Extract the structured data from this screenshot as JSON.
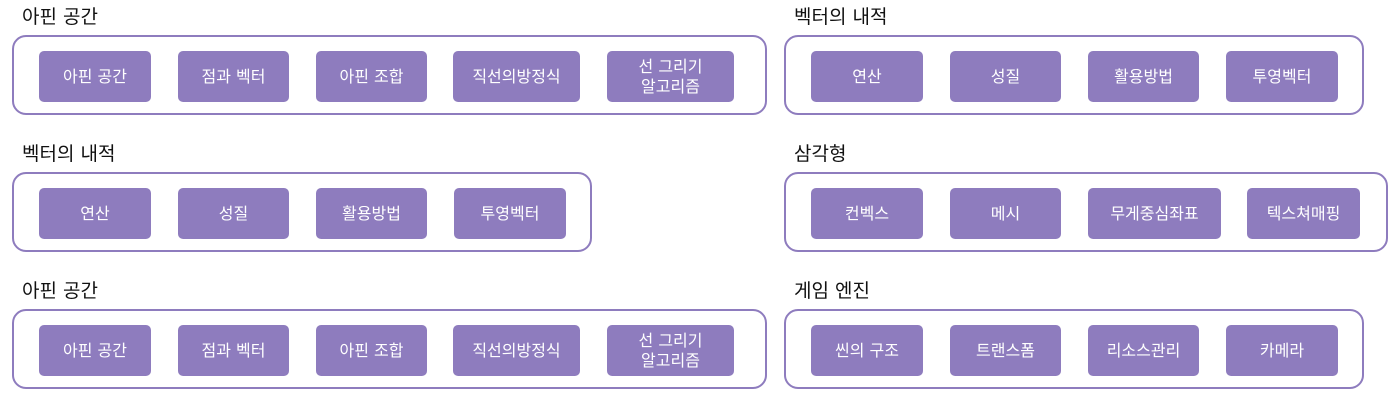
{
  "groups": [
    {
      "title": "아핀 공간",
      "items": [
        "아핀 공간",
        "점과 벡터",
        "아핀 조합",
        "직선의방정식",
        "선 그리기\n알고리즘"
      ]
    },
    {
      "title": "벡터의 내적",
      "items": [
        "연산",
        "성질",
        "활용방법",
        "투영벡터"
      ]
    },
    {
      "title": "벡터의 내적",
      "items": [
        "연산",
        "성질",
        "활용방법",
        "투영벡터"
      ]
    },
    {
      "title": "삼각형",
      "items": [
        "컨벡스",
        "메시",
        "무게중심좌표",
        "텍스쳐매핑"
      ]
    },
    {
      "title": "아핀 공간",
      "items": [
        "아핀 공간",
        "점과 벡터",
        "아핀 조합",
        "직선의방정식",
        "선 그리기\n알고리즘"
      ]
    },
    {
      "title": "게임 엔진",
      "items": [
        "씬의 구조",
        "트랜스폼",
        "리소스관리",
        "카메라"
      ]
    }
  ]
}
